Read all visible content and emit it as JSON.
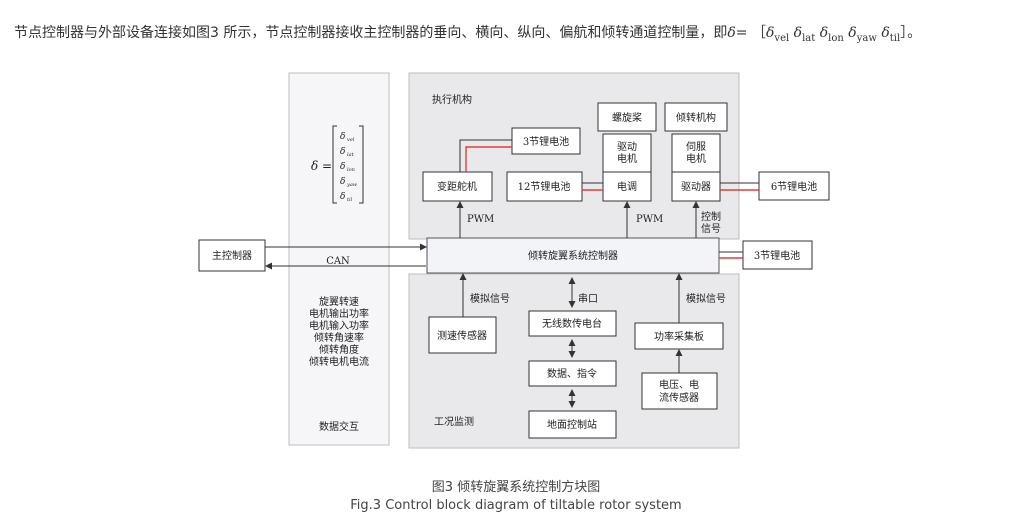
{
  "intro": {
    "text": "节点控制器与外部设备连接如图3 所示，节点控制器接收主控制器的垂向、横向、纵向、偏航和倾转通道控制量，即",
    "delta_symbol": "δ",
    "equals": "=",
    "open_bracket": "［",
    "close_bracket": "］。",
    "subs": [
      "vel",
      "lat",
      "lon",
      "yaw",
      "til"
    ]
  },
  "diagram": {
    "delta_matrix": {
      "lhs": "δ =",
      "rows": [
        "vel",
        "lat",
        "lon",
        "yaw",
        "til"
      ]
    },
    "exec_label": "执行机构",
    "monitor_label": "工况监测",
    "data_pane": {
      "items": [
        "旋翼转速",
        "电机输出功率",
        "电机输入功率",
        "倾转角速率",
        "倾转角度",
        "倾转电机电流"
      ],
      "footer": "数据交互"
    },
    "main_controller": "主控制器",
    "can": "CAN",
    "node_controller": "倾转旋翼系统控制器",
    "battery_3_top": "3节锂电池",
    "battery_3_right": "3节锂电池",
    "battery_6": "6节锂电池",
    "battery_12": "12节锂电池",
    "servo_vp": "变距舵机",
    "propeller": "螺旋桨",
    "drive_motor": [
      "驱动",
      "电机"
    ],
    "esc": "电调",
    "tilt_mech": "倾转机构",
    "servo_motor": [
      "伺服",
      "电机"
    ],
    "driver": "驱动器",
    "pwm_left": "PWM",
    "pwm_mid": "PWM",
    "ctrl_signal": [
      "控制",
      "信号"
    ],
    "analog_left": "模拟信号",
    "serial": "串口",
    "analog_right": "模拟信号",
    "speed_sensor": "测速传感器",
    "wireless": "无线数传电台",
    "data_cmd": "数据、指令",
    "ground_station": "地面控制站",
    "power_board": "功率采集板",
    "volt_sensor": [
      "电压、电",
      "流传感器"
    ]
  },
  "caption": {
    "cn": "图3 倾转旋翼系统控制方块图",
    "en": "Fig.3 Control block diagram of tiltable rotor system"
  }
}
